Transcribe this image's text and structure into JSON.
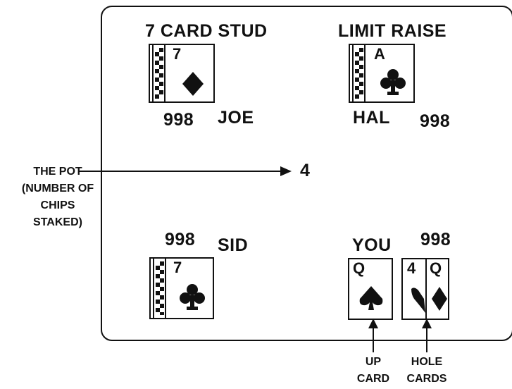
{
  "table": {
    "game_title": "7 CARD STUD",
    "betting_rule": "LIMIT RAISE",
    "pot": "4"
  },
  "players": {
    "joe": {
      "name": "JOE",
      "chips": "998",
      "up_card": {
        "rank": "7",
        "suit": "diamond-icon"
      }
    },
    "hal": {
      "name": "HAL",
      "chips": "998",
      "up_card": {
        "rank": "A",
        "suit": "club-icon"
      }
    },
    "sid": {
      "name": "SID",
      "chips": "998",
      "up_card": {
        "rank": "7",
        "suit": "club-icon"
      }
    },
    "you": {
      "name": "YOU",
      "chips": "998",
      "up_card": {
        "rank": "Q",
        "suit": "spade-icon"
      },
      "hole_cards": [
        {
          "rank": "4",
          "suit": "heart-icon"
        },
        {
          "rank": "Q",
          "suit": "diamond-icon"
        }
      ]
    }
  },
  "annotations": {
    "pot_label": [
      "THE POT",
      "(NUMBER OF",
      "CHIPS",
      "STAKED)"
    ],
    "up_card_label": [
      "UP",
      "CARD"
    ],
    "hole_cards_label": [
      "HOLE",
      "CARDS"
    ]
  },
  "colors": {
    "ink": "#111111",
    "paper": "#ffffff"
  }
}
